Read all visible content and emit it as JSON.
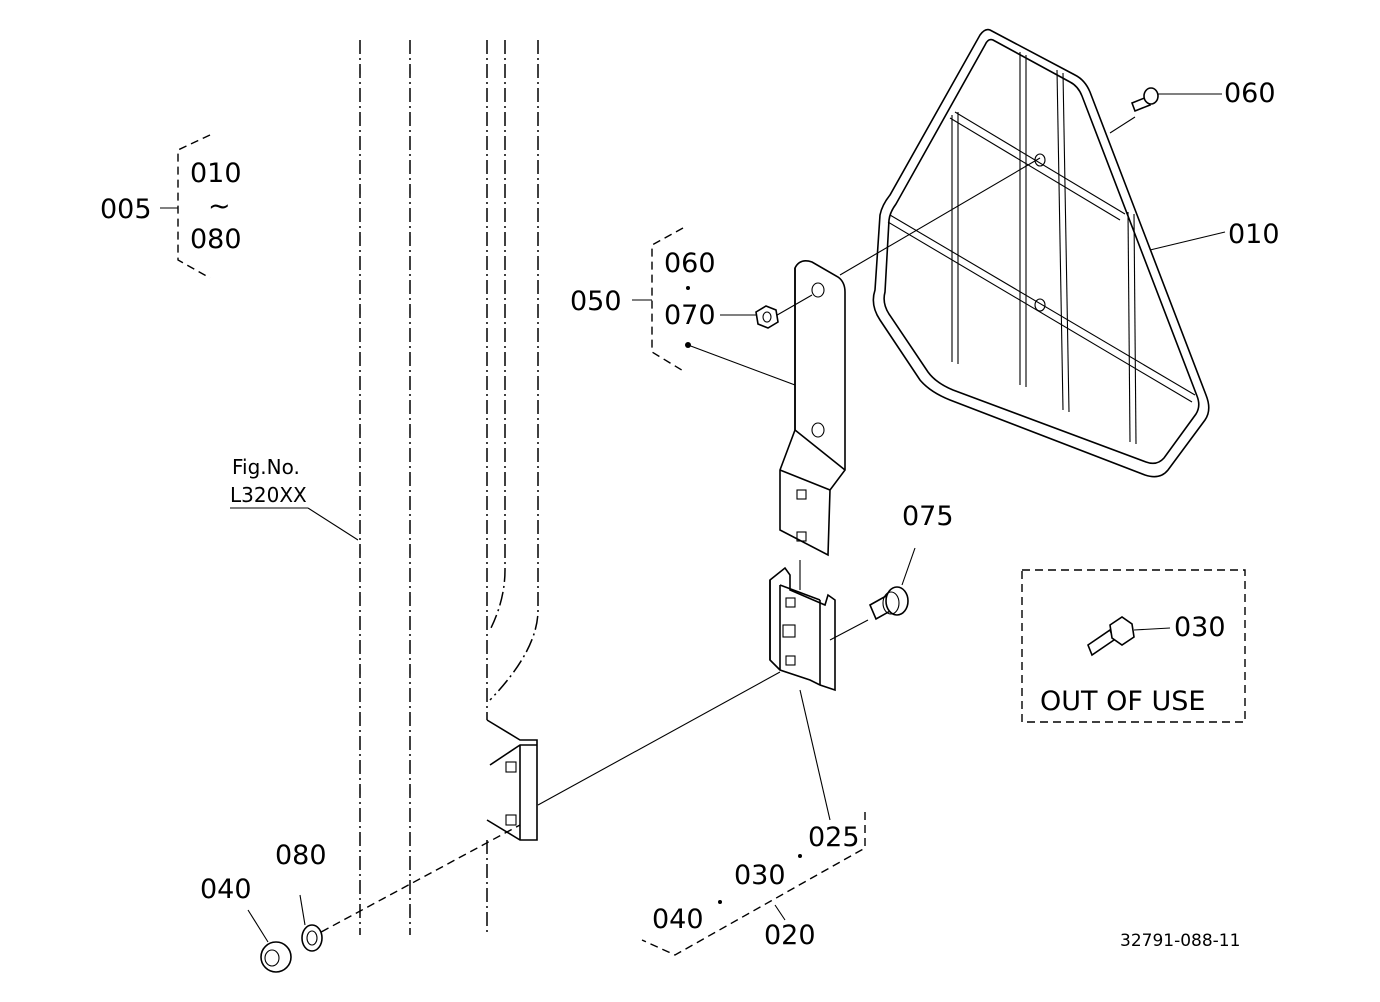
{
  "diagram": {
    "figure_ref_label": "Fig.No.",
    "figure_ref_code": "L320XX",
    "drawing_number": "32791-088-11",
    "out_of_use_label": "OUT OF USE",
    "group_005": {
      "number": "005",
      "from": "010",
      "tilde": "~",
      "to": "080"
    },
    "group_050": {
      "number": "050",
      "first": "060",
      "second": "070"
    },
    "group_020": {
      "number": "020",
      "a": "040",
      "b": "030",
      "c": "025"
    },
    "callouts": {
      "p060": "060",
      "p010": "010",
      "p075": "075",
      "p030": "030",
      "p080": "080",
      "p040": "040"
    }
  }
}
